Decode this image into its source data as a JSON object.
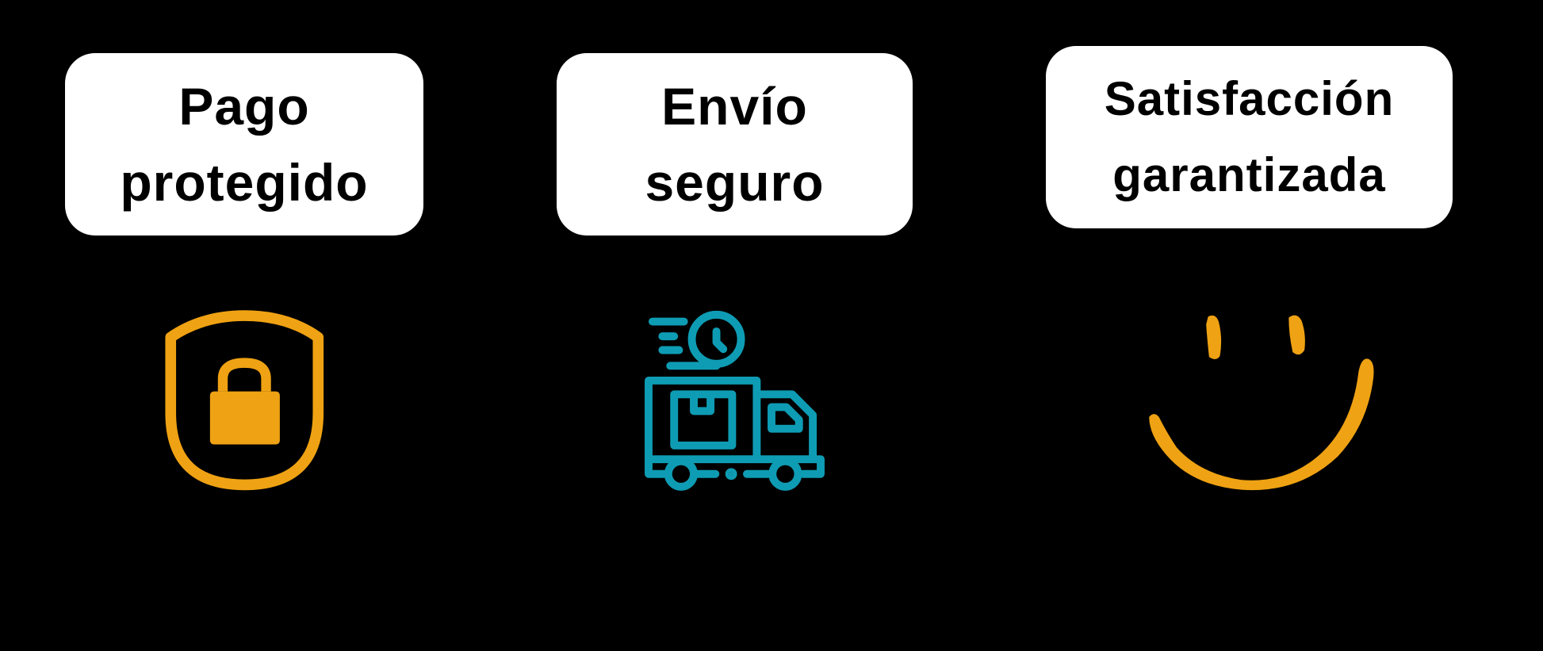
{
  "badges": [
    {
      "line1": "Pago",
      "line2": "protegido",
      "icon": "shield-lock-icon"
    },
    {
      "line1": "Envío",
      "line2": "seguro",
      "icon": "delivery-truck-icon"
    },
    {
      "line1": "Satisfacción",
      "line2": "garantizada",
      "icon": "smile-icon"
    }
  ],
  "colors": {
    "orange": "#EFA213",
    "teal": "#0E9CB4",
    "background": "#000000",
    "box": "#FFFFFF"
  }
}
